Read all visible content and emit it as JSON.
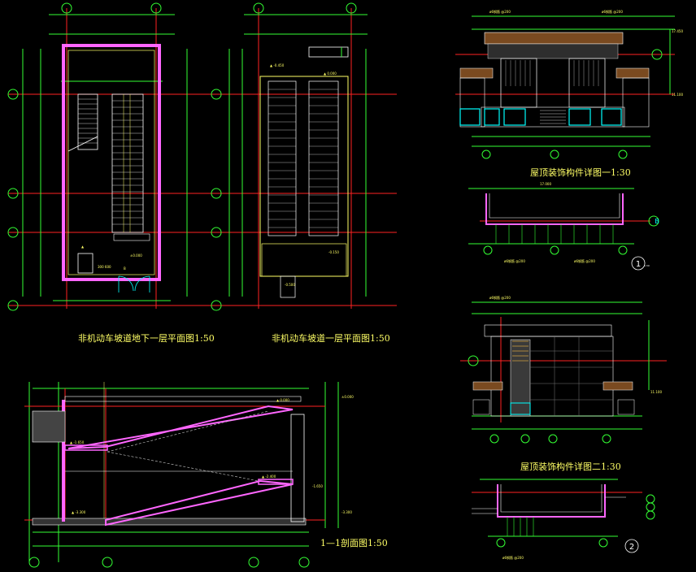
{
  "drawing": {
    "background": "#000000",
    "colors": {
      "wall": "#ff66ff",
      "axis": "#ff2222",
      "dimension": "#33ff33",
      "annotation": "#ffff66",
      "detail": "#ffffff",
      "glass": "#00ffff",
      "wood": "#8b5a2b"
    }
  },
  "captions": {
    "plan_basement": "非机动车坡道地下一层平面图1:50",
    "plan_ground": "非机动车坡道一层平面图1:50",
    "section": "1—1剖面图1:50",
    "roof_detail_1": "屋顶装饰构件详图一1:30",
    "roof_detail_2": "屋顶装饰构件详图二1:30"
  },
  "markers": {
    "axis_b": "B",
    "detail_1": "1",
    "detail_2": "2",
    "scale_tag": "1:30"
  },
  "levels": {
    "top": "±0.000",
    "bottom": "-3.300",
    "mid": "-1.650"
  }
}
